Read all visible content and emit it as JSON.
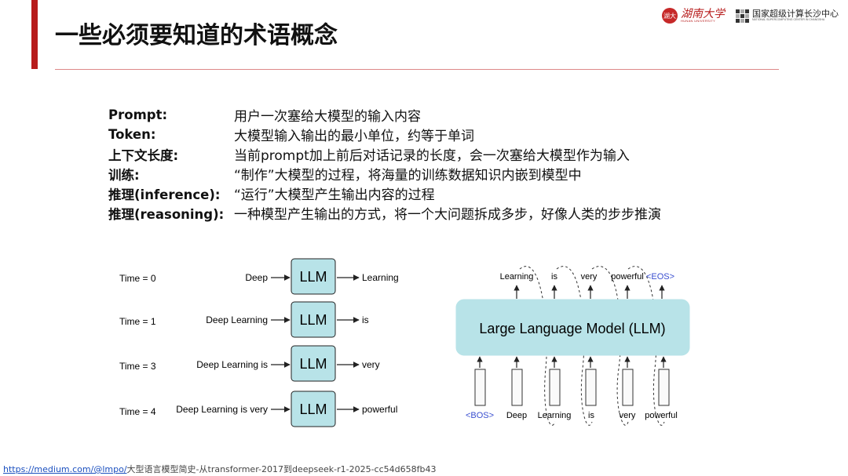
{
  "slide": {
    "title": "一些必须要知道的术语概念"
  },
  "logos": {
    "hnu_cn": "湖南大学",
    "hnu_en": "HUNAN UNIVERSITY",
    "hnu_seal": "湖大",
    "nsc_cn": "国家超级计算长沙中心",
    "nsc_en": "NATIONAL SUPERCOMPUTING CENTER IN CHANGSHA"
  },
  "terms": [
    {
      "name": "Prompt:",
      "def": "用户一次塞给大模型的输入内容"
    },
    {
      "name": "Token:",
      "def": "大模型输入输出的最小单位，约等于单词"
    },
    {
      "name": "上下文长度:",
      "def": "当前prompt加上前后对话记录的长度，会一次塞给大模型作为输入"
    },
    {
      "name": "训练:",
      "def": "“制作”大模型的过程，将海量的训练数据知识内嵌到模型中"
    },
    {
      "name": "推理(inference):",
      "def": "“运行”大模型产生输出内容的过程"
    },
    {
      "name": "推理(reasoning):",
      "def": "一种模型产生输出的方式，将一个大问题拆成多步，好像人类的步步推演"
    }
  ],
  "left_diagram": {
    "box_label": "LLM",
    "rows": [
      {
        "time": "Time = 0",
        "input": "Deep",
        "output": "Learning"
      },
      {
        "time": "Time = 1",
        "input": "Deep Learning",
        "output": "is"
      },
      {
        "time": "Time = 3",
        "input": "Deep Learning is",
        "output": "very"
      },
      {
        "time": "Time = 4",
        "input": "Deep Learning is very",
        "output": "powerful"
      }
    ]
  },
  "right_diagram": {
    "model_label": "Large Language Model (LLM)",
    "outputs": [
      "Learning",
      "is",
      "very",
      "powerful",
      "<EOS>"
    ],
    "inputs": [
      "<BOS>",
      "Deep",
      "Learning",
      "is",
      "very",
      "powerful"
    ],
    "special_color": "#3a4fd0",
    "model_fill": "#b8e3e8"
  },
  "footer": {
    "url": "https://medium.com/@lmpo/",
    "rest": "大型语言模型简史-从transformer-2017到deepseek-r1-2025-cc54d658fb43"
  }
}
